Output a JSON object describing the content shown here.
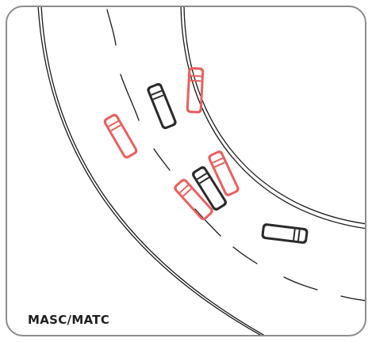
{
  "caption": "MASC/MATC",
  "colors": {
    "panel_border": "#8c8c8c",
    "road_line": "#1a1a1a",
    "vehicle_dark": "#2a2a2a",
    "vehicle_red": "#e8615f"
  },
  "vehicles": [
    {
      "name": "vehicle-red-top",
      "color": "red"
    },
    {
      "name": "vehicle-dark-top",
      "color": "dark"
    },
    {
      "name": "vehicle-red-left",
      "color": "red"
    },
    {
      "name": "vehicle-red-middle-right",
      "color": "red"
    },
    {
      "name": "vehicle-dark-middle",
      "color": "dark"
    },
    {
      "name": "vehicle-red-middle-left",
      "color": "red"
    },
    {
      "name": "vehicle-dark-bottom",
      "color": "dark"
    }
  ]
}
